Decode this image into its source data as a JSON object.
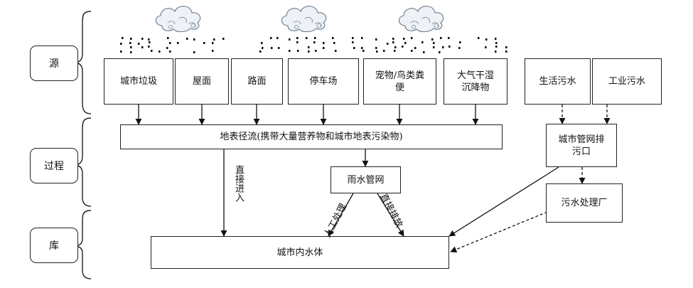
{
  "stages": {
    "source": "源",
    "process": "过程",
    "sink": "库"
  },
  "sources": [
    {
      "id": "garbage",
      "label": "城市垃圾"
    },
    {
      "id": "roof",
      "label": "屋面"
    },
    {
      "id": "road",
      "label": "路面"
    },
    {
      "id": "parking",
      "label": "停车场"
    },
    {
      "id": "feces",
      "label": "宠物/鸟类粪便"
    },
    {
      "id": "deposition",
      "label": "大气干湿沉降物"
    },
    {
      "id": "domestic",
      "label": "生活污水"
    },
    {
      "id": "industrial",
      "label": "工业污水"
    }
  ],
  "process": {
    "runoff": "地表径流(携带大量营养物和城市地表污染物)",
    "rain_network": "雨水管网",
    "outfall": "城市管网排污口",
    "treatment_plant": "污水处理厂"
  },
  "sink": {
    "water_body": "城市内水体"
  },
  "edge_labels": {
    "direct_entry": "直接进入",
    "artificial_treatment": "人工处理",
    "direct_discharge": "直接排放"
  }
}
